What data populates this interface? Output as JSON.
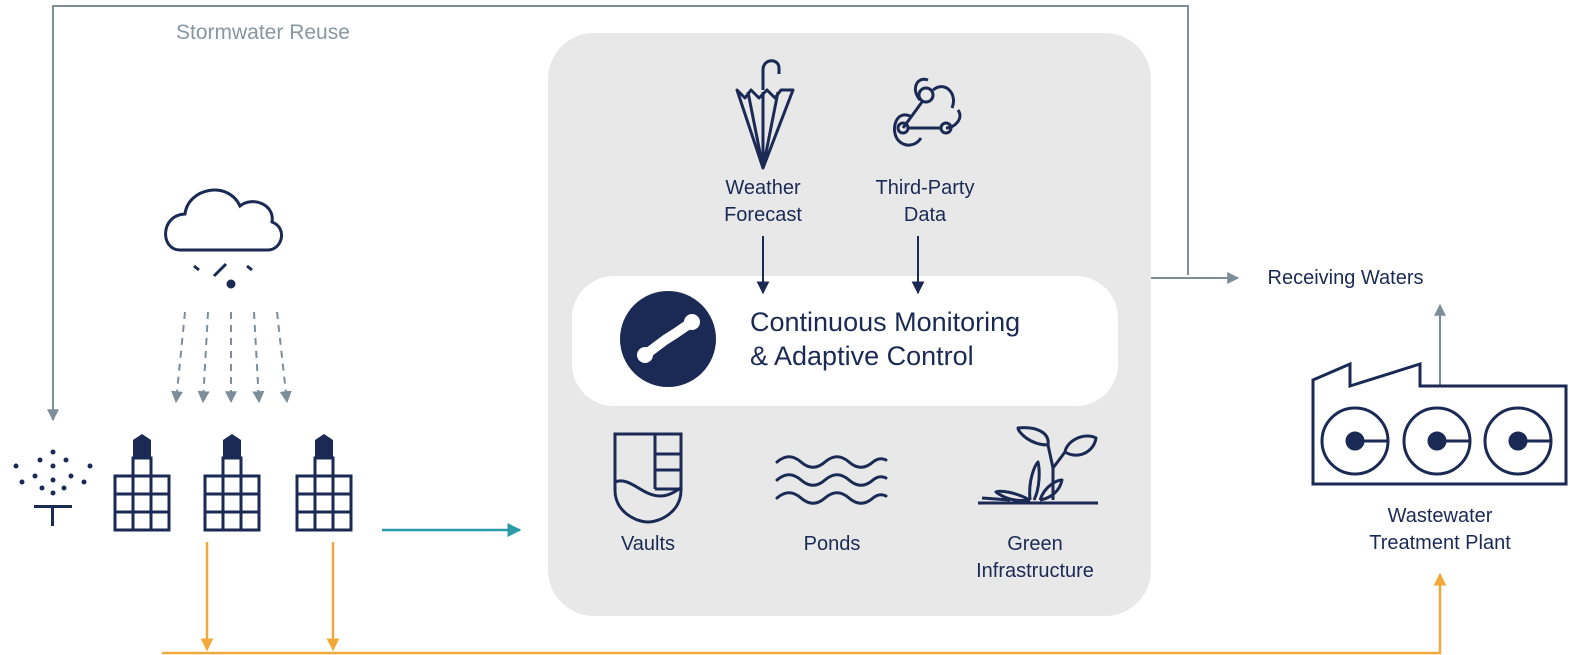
{
  "labels": {
    "stormwater_reuse": "Stormwater Reuse",
    "weather_forecast": "Weather\nForecast",
    "third_party_data": "Third-Party\nData",
    "control_line1": "Continuous Monitoring",
    "control_line2": "& Adaptive Control",
    "vaults": "Vaults",
    "ponds": "Ponds",
    "green_infrastructure": "Green\nInfrastructure",
    "receiving_waters": "Receiving Waters",
    "wastewater_treatment_plant": "Wastewater\nTreatment Plant"
  },
  "colors": {
    "navy": "#1b2a55",
    "gray_line": "#7d8e99",
    "teal": "#2a9aa8",
    "orange": "#f2a93b",
    "panel": "#e8e8e8",
    "white": "#ffffff"
  }
}
